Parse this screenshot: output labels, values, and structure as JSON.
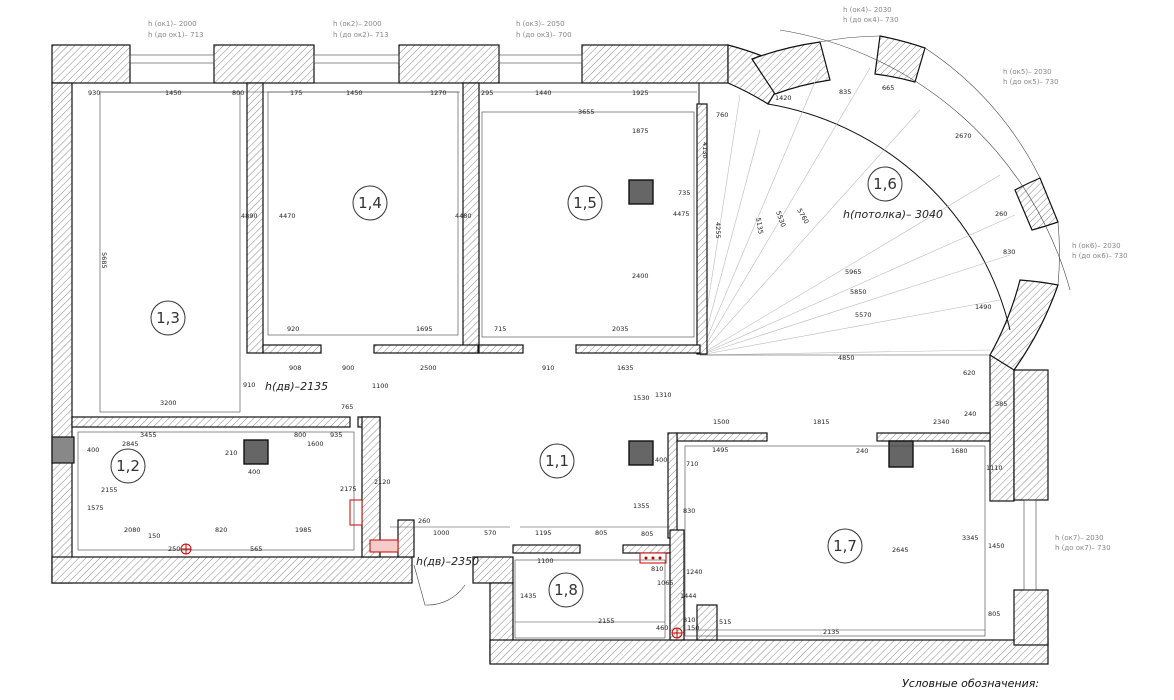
{
  "rooms": [
    {
      "id": "r13",
      "label": "1,3"
    },
    {
      "id": "r14",
      "label": "1,4"
    },
    {
      "id": "r15",
      "label": "1,5"
    },
    {
      "id": "r16",
      "label": "1,6"
    },
    {
      "id": "r12",
      "label": "1,2"
    },
    {
      "id": "r11",
      "label": "1,1"
    },
    {
      "id": "r17",
      "label": "1,7"
    },
    {
      "id": "r18",
      "label": "1,8"
    }
  ],
  "window_notes": [
    {
      "h": "h (ок1)– 2000",
      "g": "h (до ок1)– 713"
    },
    {
      "h": "h (ок2)– 2000",
      "g": "h (до ок2)– 713"
    },
    {
      "h": "h (ок3)– 2050",
      "g": "h (до ок3)– 700"
    },
    {
      "h": "h (ок4)– 2030",
      "g": "h (до ок4)– 730"
    },
    {
      "h": "h (ок5)– 2030",
      "g": "h (до ок5)– 730"
    },
    {
      "h": "h (ок6)– 2030",
      "g": "h (до ок6)– 730"
    },
    {
      "h": "h (ок7)– 2030",
      "g": "h (до ок7)– 730"
    }
  ],
  "height_labels": {
    "ceiling": "h(потолка)– 3040",
    "door_1": "h(дв)–2135",
    "door_2": "h(дв)–2350"
  },
  "legend_title": "Условные обозначения:",
  "dimensions": {
    "top": [
      "930",
      "1450",
      "800",
      "175",
      "1450",
      "1270",
      "295",
      "1440",
      "1925"
    ],
    "r13": [
      "5685",
      "3200",
      "910",
      "4890"
    ],
    "r14": [
      "4470",
      "4480",
      "920",
      "1695",
      "900",
      "908"
    ],
    "r15": [
      "3655",
      "1875",
      "2400",
      "4475",
      "735",
      "715",
      "2035",
      "910",
      "2500",
      "1635"
    ],
    "r16": [
      "1420",
      "835",
      "665",
      "2670",
      "260",
      "830",
      "1490",
      "5135",
      "5530",
      "5760",
      "5965",
      "5850",
      "5570",
      "4850",
      "4255",
      "4130",
      "760",
      "620",
      "385"
    ],
    "r12": [
      "3455",
      "2845",
      "800",
      "1600",
      "765",
      "935",
      "400",
      "2155",
      "1575",
      "210",
      "400",
      "2080",
      "820",
      "1985",
      "150",
      "250",
      "565",
      "2175",
      "2120"
    ],
    "r11": [
      "1100",
      "1530",
      "1310",
      "1355",
      "805",
      "1000",
      "570",
      "1195",
      "805",
      "260",
      "400"
    ],
    "r17": [
      "1500",
      "1815",
      "2340",
      "1495",
      "240",
      "1680",
      "240",
      "1110",
      "3345",
      "1450",
      "2645",
      "805",
      "2135",
      "710",
      "830"
    ],
    "r18": [
      "1100",
      "1435",
      "2155",
      "1065",
      "1240",
      "1444",
      "810",
      "810",
      "150",
      "515",
      "460"
    ]
  }
}
